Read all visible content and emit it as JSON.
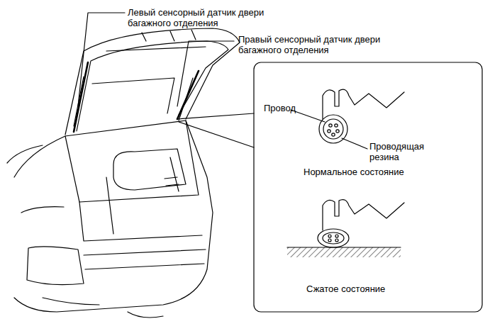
{
  "diagram": {
    "labels": [
      "Левый сенсорный датчик двери багажного отделения",
      "Правый сенсорный датчик двери багажного отделения",
      "Провод",
      "Проводящая резина",
      "Нормальное состояние",
      "Сжатое состояние"
    ]
  }
}
